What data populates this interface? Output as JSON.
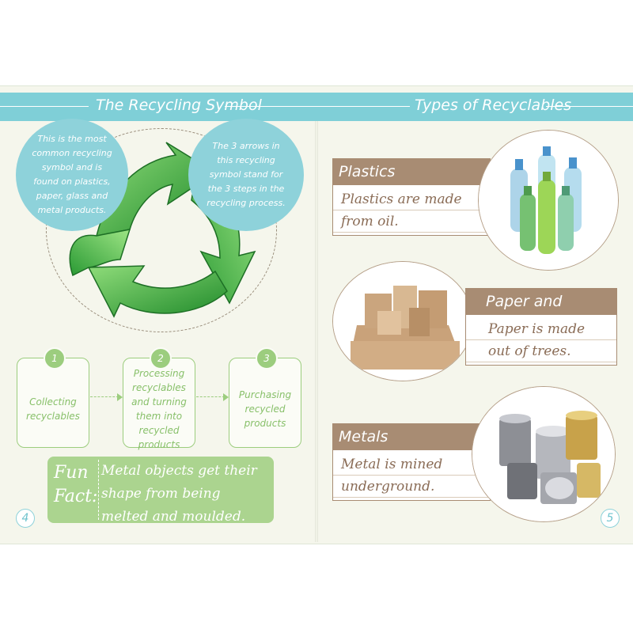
{
  "left_page": {
    "banner_title": "The Recycling Symbol",
    "bubble_left": "This is the most common recycling symbol and is found on plastics, paper, glass and metal products.",
    "bubble_right": "The 3 arrows in this recycling symbol stand for the 3 steps in the recycling process.",
    "steps": [
      {
        "number": "1",
        "label": "Collecting recyclables"
      },
      {
        "number": "2",
        "label": "Processing recyclables and turning them into recycled products"
      },
      {
        "number": "3",
        "label": "Purchasing recycled products"
      }
    ],
    "fun_fact_label": "Fun Fact:",
    "fun_fact_text": "Metal objects get their shape from being melted and moulded.",
    "page_number": "4"
  },
  "right_page": {
    "banner_title": "Types of Recyclables",
    "categories": [
      {
        "title": "Plastics",
        "text": "Plastics are made from oil."
      },
      {
        "title": "Paper and Cardboard",
        "text": "Paper is made out of trees."
      },
      {
        "title": "Metals",
        "text": "Metal is mined underground."
      }
    ],
    "page_number": "5"
  },
  "colors": {
    "banner": "#7fcfd7",
    "bubble": "#8ed2da",
    "step_green": "#9ccd7e",
    "brown": "#a88c73",
    "arrow_green": "#3aa33a"
  },
  "icons": {
    "recycling_symbol": "recycle-arrows-icon",
    "bottles": "plastic-bottles-image",
    "boxes": "cardboard-boxes-image",
    "cans": "metal-cans-image"
  }
}
